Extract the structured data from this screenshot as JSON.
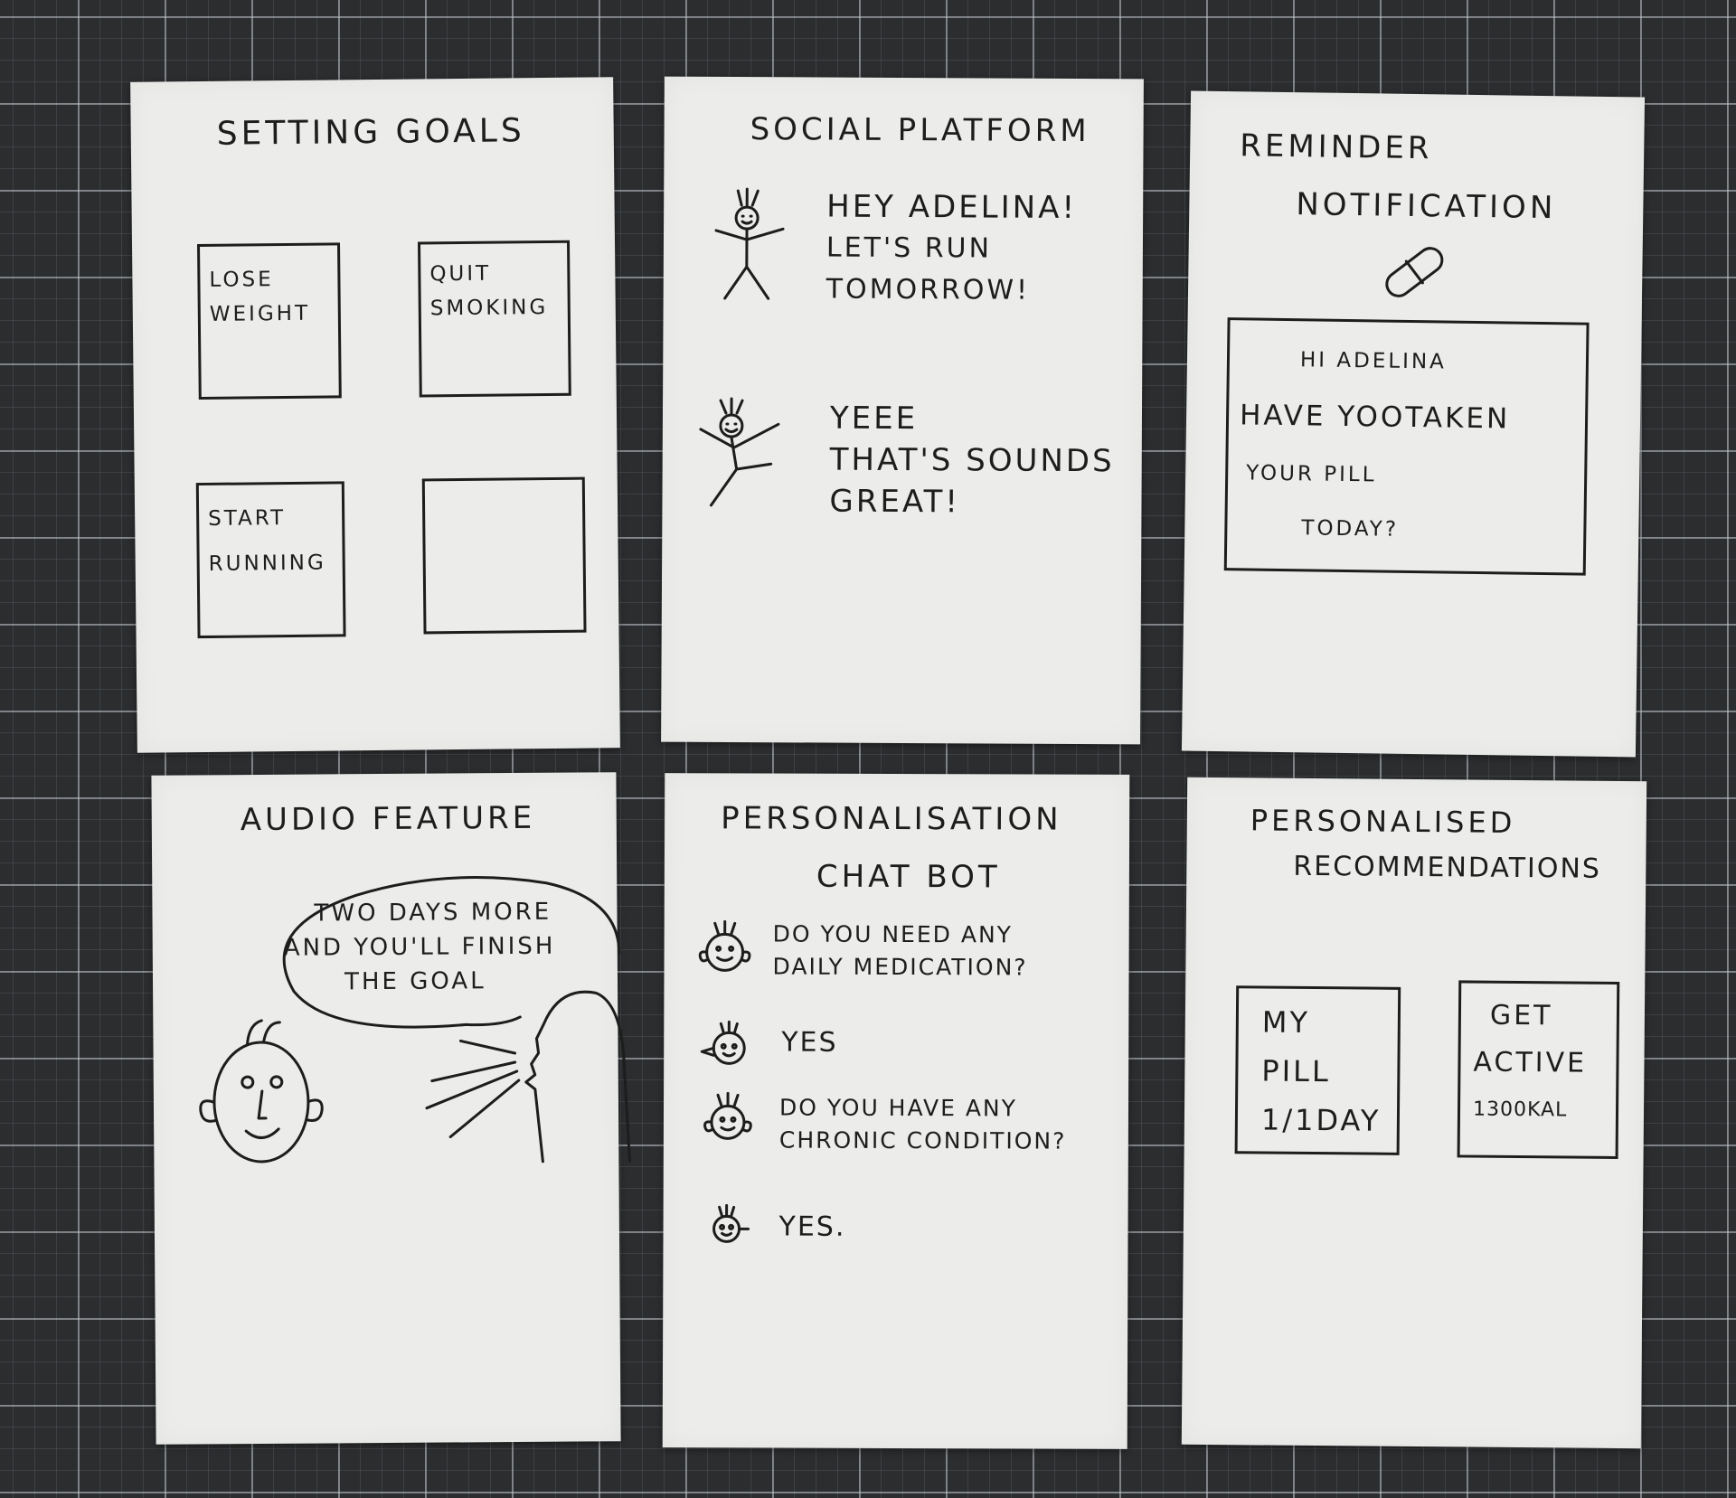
{
  "setting_goals": {
    "title": "SETTING GOALS",
    "options": [
      "LOSE WEIGHT",
      "QUIT SMOKING",
      "START RUNNING",
      ""
    ]
  },
  "social_platform": {
    "title": "SOCIAL PLATFORM",
    "messages": [
      {
        "line1": "HEY ADELINA!",
        "line2": "LET'S RUN",
        "line3": "TOMORROW!"
      },
      {
        "line1": "YEEE",
        "line2": "THAT'S SOUNDS",
        "line3": "GREAT!"
      }
    ]
  },
  "reminder_notification": {
    "title_line1": "REMINDER",
    "title_line2": "NOTIFICATION",
    "card": {
      "greeting": "HI ADELINA",
      "line1": "HAVE YOOTAKEN",
      "line2": "YOUR PILL",
      "line3": "TODAY?"
    }
  },
  "audio_feature": {
    "title": "AUDIO FEATURE",
    "bubble_line1": "TWO DAYS MORE",
    "bubble_line2": "AND YOU'LL FINISH",
    "bubble_line3": "THE GOAL"
  },
  "personalisation_chat_bot": {
    "title_line1": "PERSONALISATION",
    "title_line2": "CHAT BOT",
    "messages": [
      {
        "line1": "DO YOU NEED ANY",
        "line2": "DAILY MEDICATION?"
      },
      {
        "line1": "YES",
        "line2": ""
      },
      {
        "line1": "DO YOU HAVE ANY",
        "line2": "CHRONIC CONDITION?"
      },
      {
        "line1": "YES.",
        "line2": ""
      }
    ]
  },
  "personalised_recommendations": {
    "title_line1": "PERSONALISED",
    "title_line2": "RECOMMENDATIONS",
    "cards": [
      {
        "line1": "MY",
        "line2": "PILL",
        "line3": "1/1DAY"
      },
      {
        "line1": "GET",
        "line2": "ACTIVE",
        "line3": "1300KAL"
      }
    ]
  }
}
